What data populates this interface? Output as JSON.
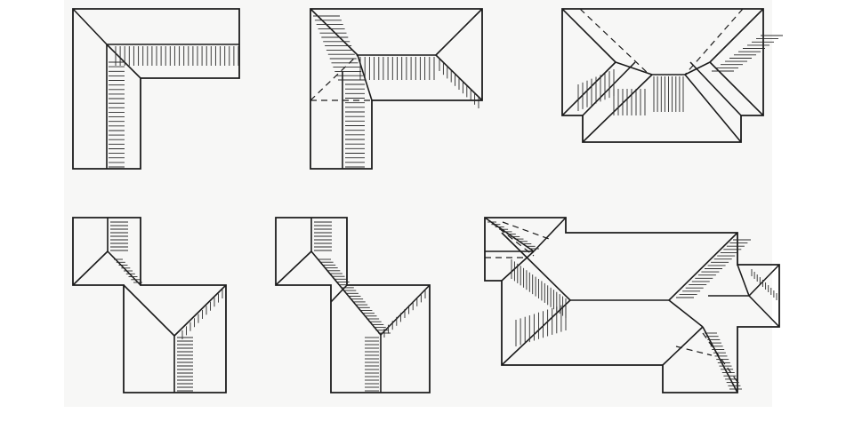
{
  "figure": {
    "type": "roof-plan-drawings",
    "panel_count": 6,
    "colors": {
      "line": "#1c1c1c",
      "paper": "#f7f7f6",
      "background": "#ffffff"
    },
    "panels": [
      {
        "id": "l-shaped-hip-roof"
      },
      {
        "id": "l-shaped-hip-roof-with-hidden-lines"
      },
      {
        "id": "hip-roof-with-projection"
      },
      {
        "id": "offset-hip-roof"
      },
      {
        "id": "offset-hip-roof-with-valley"
      },
      {
        "id": "complex-hip-roof"
      }
    ]
  }
}
